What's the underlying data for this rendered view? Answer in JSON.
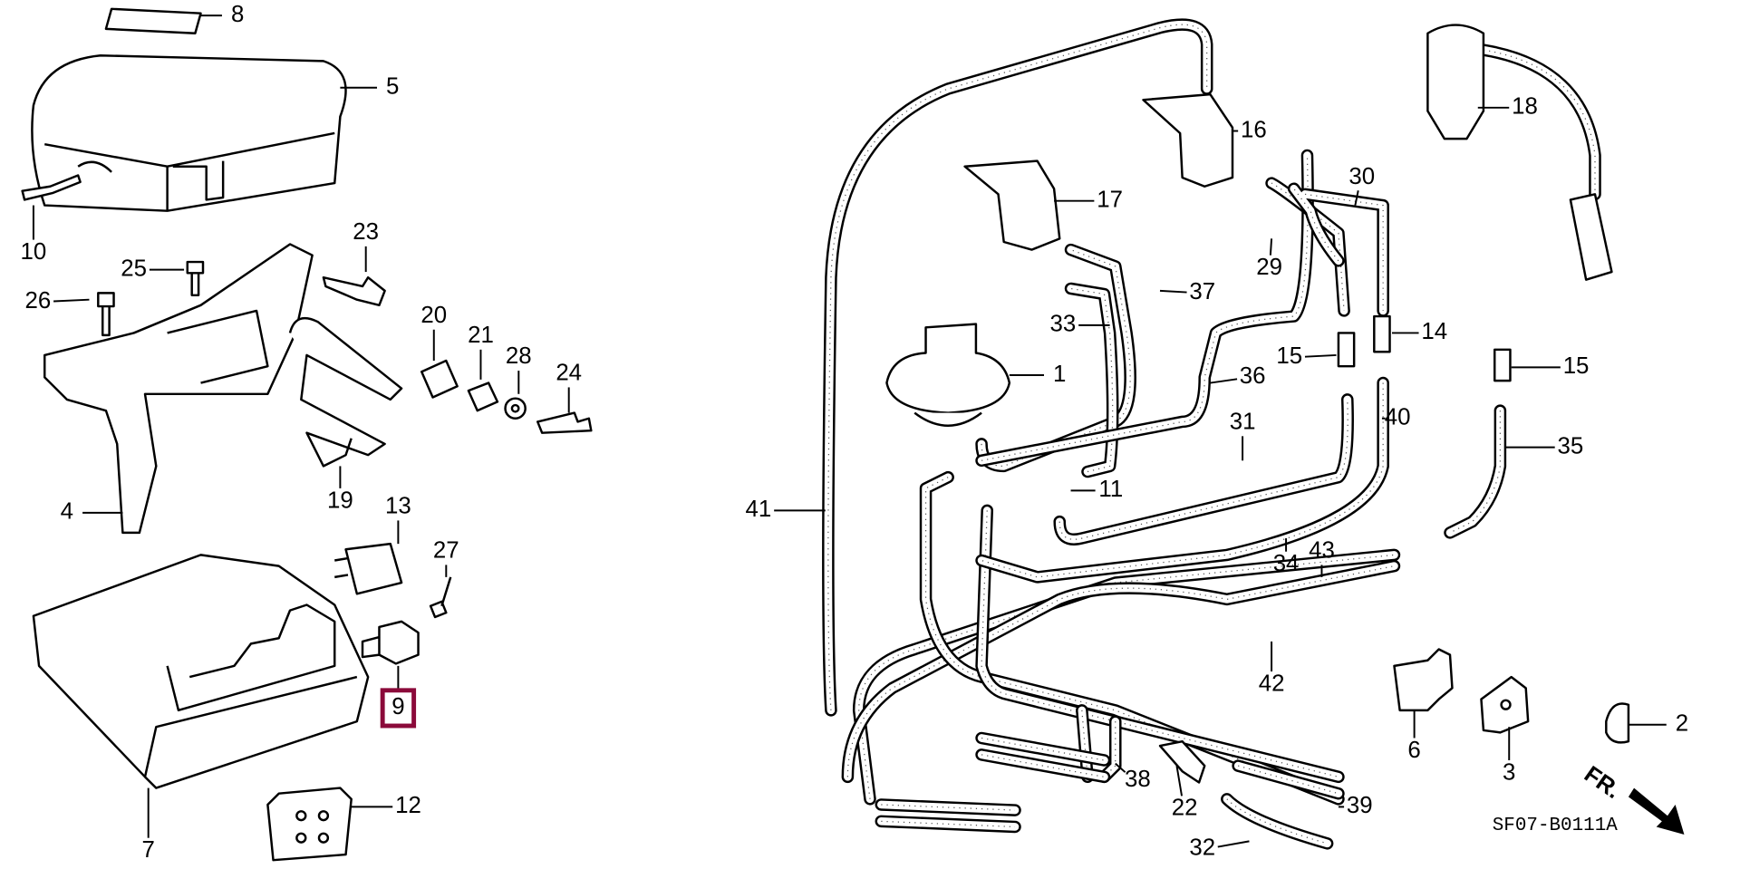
{
  "diagram": {
    "labels": [
      "8",
      "5",
      "10",
      "23",
      "25",
      "26",
      "20",
      "21",
      "28",
      "24",
      "4",
      "19",
      "13",
      "27",
      "9",
      "7",
      "12",
      "17",
      "16",
      "18",
      "30",
      "29",
      "37",
      "33",
      "14",
      "15",
      "15",
      "1",
      "36",
      "40",
      "31",
      "35",
      "11",
      "41",
      "34",
      "43",
      "42",
      "6",
      "3",
      "2",
      "38",
      "22",
      "39",
      "32"
    ],
    "highlighted_label": "9",
    "highlight_color": "#8b0a3a",
    "drawing_code": "SF07-B0111A",
    "direction_marker": "FR."
  }
}
